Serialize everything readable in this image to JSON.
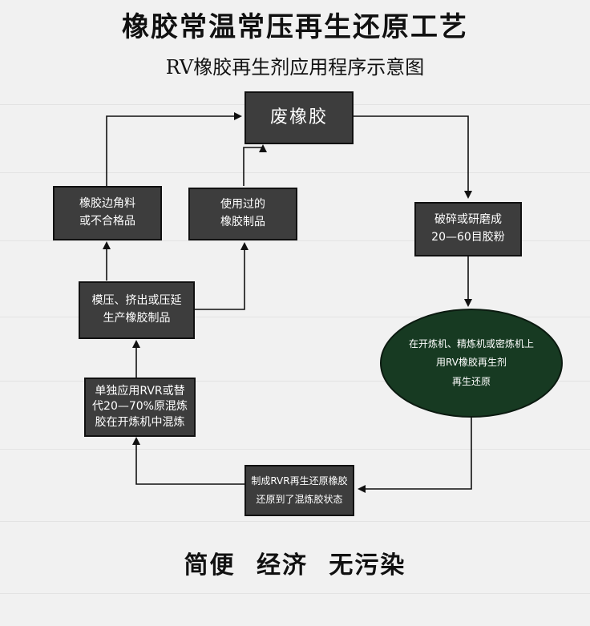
{
  "header": {
    "title": "橡胶常温常压再生还原工艺",
    "subtitle": "RV橡胶再生剂应用程序示意图"
  },
  "nodes": {
    "waste_rubber": "废橡胶",
    "crush_grind": [
      "破碎或研磨成",
      "20—60目胶粉"
    ],
    "regeneration": [
      "在开炼机、精炼机或密炼机上",
      "用RV橡胶再生剂",
      "再生还原"
    ],
    "make_rvr": [
      "制成RVR再生还原橡胶",
      "还原到了混炼胶状态"
    ],
    "mixing": [
      "单独应用RVR或替",
      "代20—70%原混炼",
      "胶在开炼机中混炼"
    ],
    "molding": [
      "模压、挤出或压延",
      "生产橡胶制品"
    ],
    "scrap_edges": [
      "橡胶边角料",
      "或不合格品"
    ],
    "used_products": [
      "使用过的",
      "橡胶制品"
    ]
  },
  "footer": {
    "slogan": "简便  经济  无污染"
  },
  "colors": {
    "box_fill": "#3d3d3d",
    "ellipse_fill": "#173a22",
    "arrow": "#111111"
  }
}
